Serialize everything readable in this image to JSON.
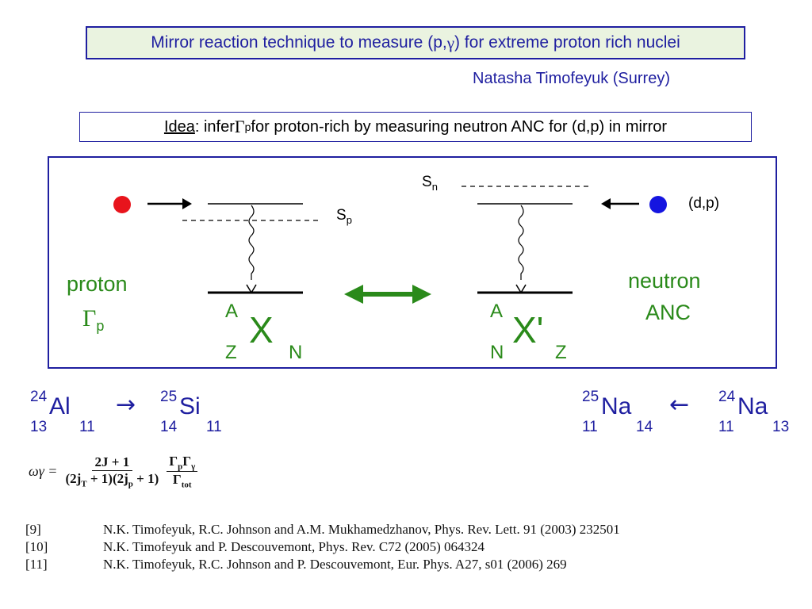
{
  "title": {
    "pre": "Mirror reaction technique to measure (p,",
    "gamma": "γ",
    "post": ") for extreme proton rich nuclei"
  },
  "author": "Natasha Timofeyuk (Surrey)",
  "idea": {
    "label": "Idea",
    "pre": ": infer ",
    "gamma": "Γ",
    "sub": "p",
    "post": " for proton-rich by measuring neutron ANC for (d,p) in mirror"
  },
  "diagram": {
    "sn_main": "S",
    "sn_sub": "n",
    "sp_main": "S",
    "sp_sub": "p",
    "dp_label": "(d,p)",
    "proton_label": "proton",
    "gamma_p_main": "Γ",
    "gamma_p_sub": "p",
    "neutron_label": "neutron",
    "anc_label": "ANC",
    "left_nucleus": {
      "a": "A",
      "symbol": "X",
      "z": "Z",
      "n": "N"
    },
    "right_nucleus": {
      "a": "A",
      "symbol": "X'",
      "n": "N",
      "z": "Z"
    },
    "colors": {
      "proton_dot": "#e8141c",
      "neutron_dot": "#1515e0",
      "green": "#2a8a1a",
      "frame": "#1f1fa0"
    }
  },
  "reactions": {
    "al": {
      "mass": "24",
      "symbol": "Al",
      "z": "13",
      "n": "11"
    },
    "arrow_right": "→",
    "si": {
      "mass": "25",
      "symbol": "Si",
      "z": "14",
      "n": "11"
    },
    "na25": {
      "mass": "25",
      "symbol": "Na",
      "z": "11",
      "n": "14"
    },
    "arrow_left": "←",
    "na24": {
      "mass": "24",
      "symbol": "Na",
      "z": "11",
      "n": "13"
    }
  },
  "formula": {
    "lhs": "ωγ = ",
    "num1": "2J + 1",
    "den1": "(2j",
    "den1_sub": "T",
    "den1_mid": " + 1)(2j",
    "den1_sub2": "p",
    "den1_end": " + 1)",
    "num2": "Γ",
    "num2_sub": "p",
    "num2_mid": "Γ",
    "num2_sub2": "γ",
    "den2": "Γ",
    "den2_sub": "tot"
  },
  "references": [
    {
      "num": "[9]",
      "text": "N.K. Timofeyuk, R.C. Johnson and A.M. Mukhamedzhanov, Phys. Rev. Lett. 91 (2003) 232501"
    },
    {
      "num": "[10]",
      "text": "N.K. Timofeyuk and P. Descouvemont, Phys. Rev. C72 (2005) 064324"
    },
    {
      "num": "[11]",
      "text": "N.K. Timofeyuk, R.C. Johnson and P. Descouvemont, Eur. Phys. A27, s01 (2006) 269"
    }
  ]
}
